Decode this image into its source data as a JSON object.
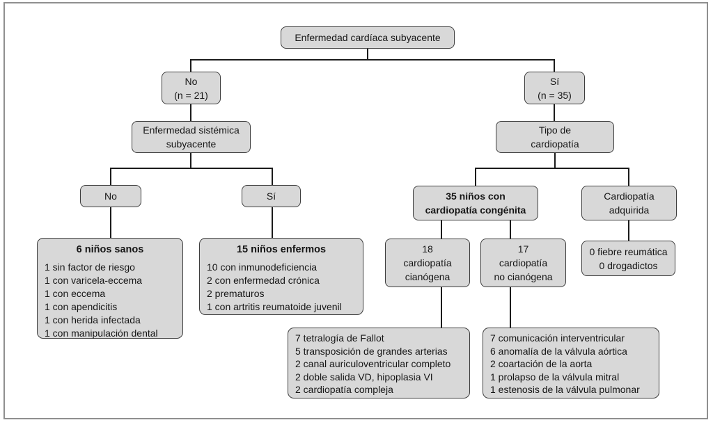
{
  "figure": {
    "type": "flowchart",
    "language": "es",
    "colors": {
      "box_fill": "#d8d8d8",
      "box_border": "#3d3d3d",
      "connector": "#1b1b1b",
      "frame_border": "#8f8f8f",
      "background": "#ffffff",
      "text": "#161616"
    }
  },
  "nodes": {
    "root": {
      "label": "Enfermedad cardíaca subyacente"
    },
    "no_n21": {
      "lines": [
        "No",
        "(n = 21)"
      ]
    },
    "si_n35": {
      "lines": [
        "Sí",
        "(n = 35)"
      ]
    },
    "sistemica": {
      "lines": [
        "Enfermedad sistémica",
        "subyacente"
      ]
    },
    "tipo_cardiopatia": {
      "lines": [
        "Tipo de",
        "cardiopatía"
      ]
    },
    "no_sistemica": {
      "label": "No"
    },
    "si_sistemica": {
      "label": "Sí"
    },
    "congenita": {
      "lines": [
        "35 niños con",
        "cardiopatía congénita"
      ]
    },
    "adquirida": {
      "lines": [
        "Cardiopatía",
        "adquirida"
      ]
    },
    "sanos": {
      "title": "6 niños sanos",
      "items": [
        "1 sin factor de riesgo",
        "1 con varicela-eccema",
        "1 con eccema",
        "1 con apendicitis",
        "1 con herida infectada",
        "1 con manipulación dental"
      ]
    },
    "enfermos": {
      "title": "15 niños enfermos",
      "items": [
        "10 con inmunodeficiencia",
        "2 con enfermedad crónica",
        "2 prematuros",
        "1 con artritis reumatoide juvenil"
      ]
    },
    "cianogena": {
      "lines": [
        "18",
        "cardiopatía",
        "cianógena"
      ]
    },
    "no_cianogena": {
      "lines": [
        "17",
        "cardiopatía",
        "no cianógena"
      ]
    },
    "adquirida_detail": {
      "lines": [
        "0 fiebre reumática",
        "0 drogadictos"
      ]
    },
    "cianogena_detail": {
      "items": [
        "7 tetralogía de Fallot",
        "5 transposición de grandes arterias",
        "2 canal auriculoventricular completo",
        "2 doble salida VD, hipoplasia VI",
        "2 cardiopatía compleja"
      ]
    },
    "no_cianogena_detail": {
      "items": [
        "7 comunicación interventricular",
        "6 anomalía de la válvula aórtica",
        "2 coartación de la aorta",
        "1 prolapso de la válvula mitral",
        "1 estenosis de la válvula pulmonar"
      ]
    }
  }
}
